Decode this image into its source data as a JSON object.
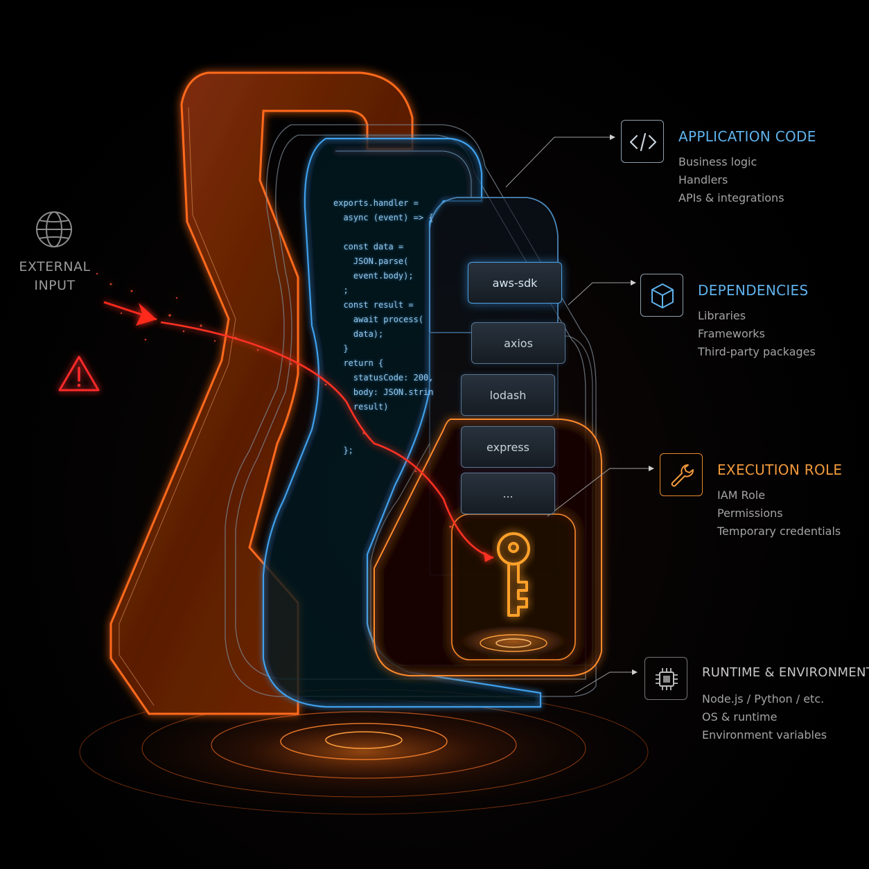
{
  "external_input": {
    "label": "EXTERNAL\nINPUT"
  },
  "code_lines": [
    "exports.handler =",
    "  async (event) => {",
    "",
    "  const data =",
    "    JSON.parse(",
    "    event.body);",
    "  ;",
    "  const result =",
    "    await process(",
    "    data);",
    "  }",
    "  return {",
    "    statusCode: 200,",
    "    body: JSON.stringify(",
    "    result)",
    "",
    "",
    "  };"
  ],
  "dependencies": [
    "aws-sdk",
    "axios",
    "lodash",
    "express",
    "..."
  ],
  "legend": {
    "application_code": {
      "icon": "code-brackets-icon",
      "title": "APPLICATION CODE",
      "items": [
        "Business logic",
        "Handlers",
        "APIs & integrations"
      ]
    },
    "dependencies": {
      "icon": "cube-icon",
      "title": "DEPENDENCIES",
      "items": [
        "Libraries",
        "Frameworks",
        "Third-party packages"
      ]
    },
    "execution_role": {
      "icon": "wrench-icon",
      "title": "EXECUTION ROLE",
      "items": [
        "IAM Role",
        "Permissions",
        "Temporary credentials"
      ]
    },
    "runtime": {
      "icon": "chip-icon",
      "title": "RUNTIME & ENVIRONMENT",
      "items": [
        "Node.js / Python / etc.",
        "OS & runtime",
        "Environment variables"
      ]
    }
  },
  "colors": {
    "outer_frame": "#ff6a1a",
    "code_layer": "#3fa0ec",
    "attack_path": "#ff2a1e",
    "key": "#ff9a2a",
    "warning": "#ff2a2a"
  }
}
